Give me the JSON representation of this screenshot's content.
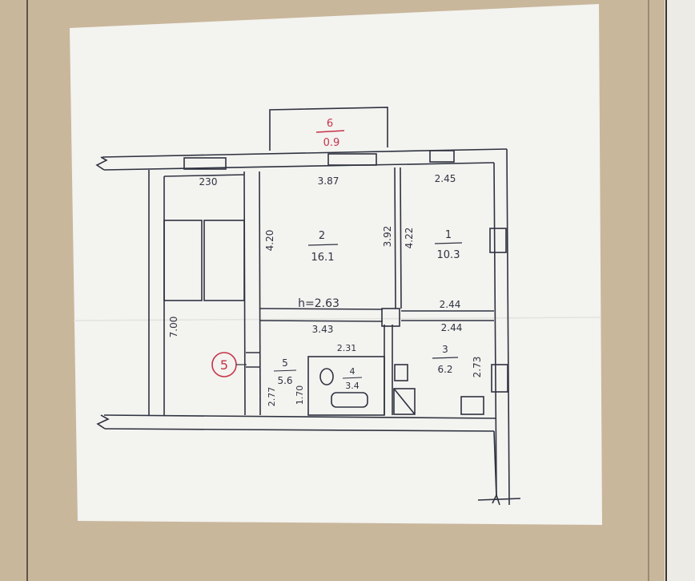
{
  "balcony": {
    "number": "6",
    "area": "0.9"
  },
  "ceiling_height": "h=2.63",
  "rooms": [
    {
      "number": "1",
      "area": "10.3"
    },
    {
      "number": "2",
      "area": "16.1"
    },
    {
      "number": "3",
      "area": "6.2"
    },
    {
      "number": "4",
      "area": "3.4"
    },
    {
      "number": "5",
      "area": "5.6"
    }
  ],
  "dimensions": {
    "stair_width": "230",
    "room2_width": "3.87",
    "room1_width": "2.45",
    "room2_depth": "4.20",
    "room2_depth_right": "3.92",
    "room1_depth": "4.22",
    "room1_width_bottom": "2.44",
    "hall_length": "3.43",
    "kitchen_width": "2.44",
    "bath_width": "2.31",
    "kitchen_depth": "2.73",
    "hall_depth": "2.77",
    "bath_depth": "1.70",
    "stair_depth": "7.00"
  },
  "apartment_marker": "5",
  "colors": {
    "paper": "#f3f3f0",
    "board": "#c9b79c",
    "ink": "#2f3340",
    "red_ink": "#c8324a"
  }
}
